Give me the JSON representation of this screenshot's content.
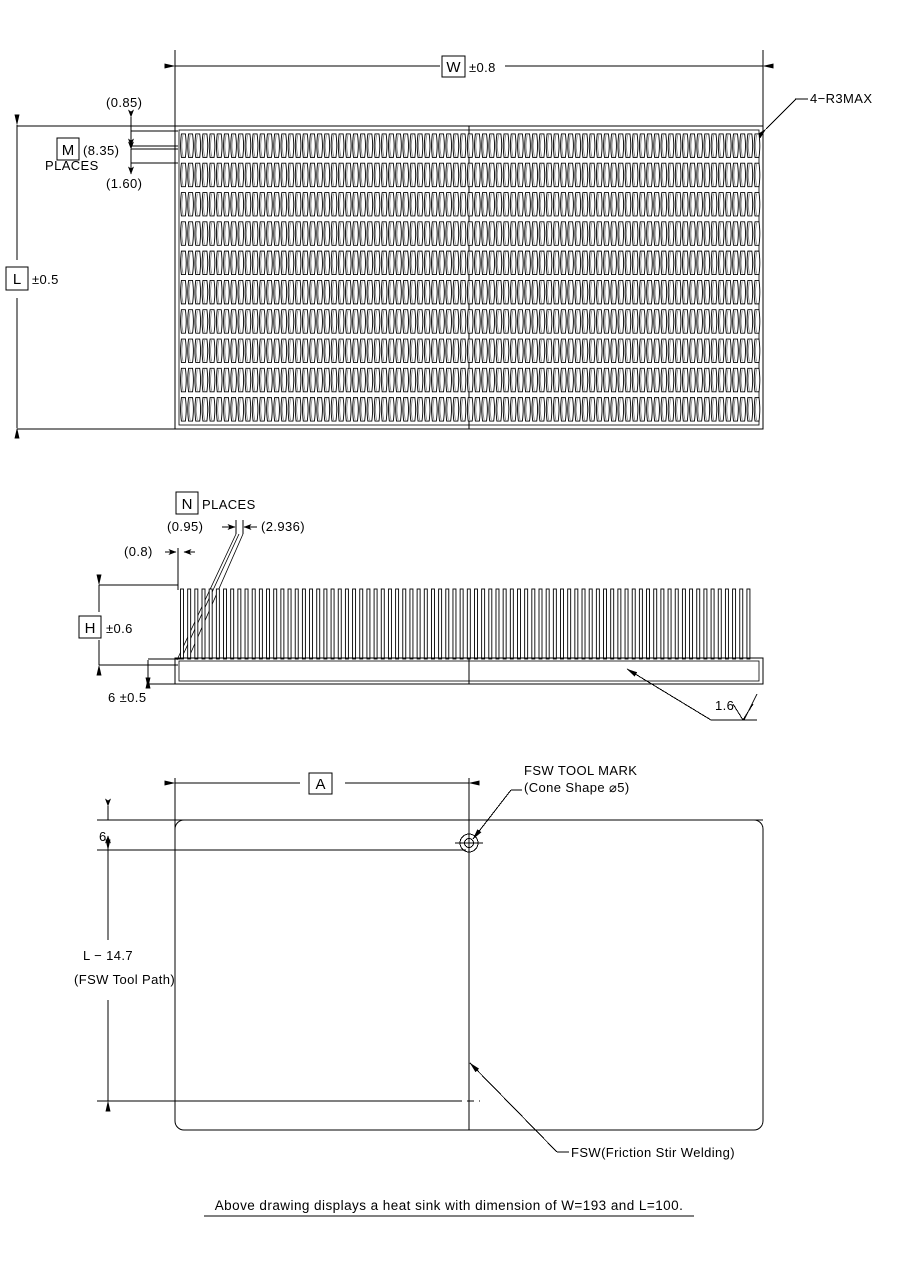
{
  "drawing": {
    "title_caption": "Above drawing displays a heat sink with dimension of W=193 and L=100.",
    "top_view": {
      "width_symbol": "W",
      "width_tolerance": "±0.8",
      "length_symbol": "L",
      "length_tolerance": "±0.5",
      "corner_note": "4−R3MAX",
      "dim_085": "(0.85)",
      "dim_160": "(1.60)",
      "dim_835": "(8.35)",
      "places_symbol": "M",
      "places_label": "PLACES"
    },
    "side_view": {
      "places_symbol": "N",
      "places_label": "PLACES",
      "dim_095": "(0.95)",
      "dim_2936": "(2.936)",
      "dim_08": "(0.8)",
      "height_symbol": "H",
      "height_tolerance": "±0.6",
      "base_thickness": "6 ±0.5",
      "surface_finish": "1.6"
    },
    "bottom_view": {
      "dim_A_symbol": "A",
      "edge_dim": "6",
      "tool_path_line1": "L − 14.7",
      "tool_path_line2": "(FSW Tool Path)",
      "tool_mark_line1": "FSW TOOL MARK",
      "tool_mark_line2": "(Cone Shape ⌀5)",
      "fsw_note": "FSW(Friction Stir Welding)"
    },
    "colors": {
      "line": "#000000",
      "background": "#ffffff",
      "pin_shade": "#8a8a8a"
    }
  }
}
